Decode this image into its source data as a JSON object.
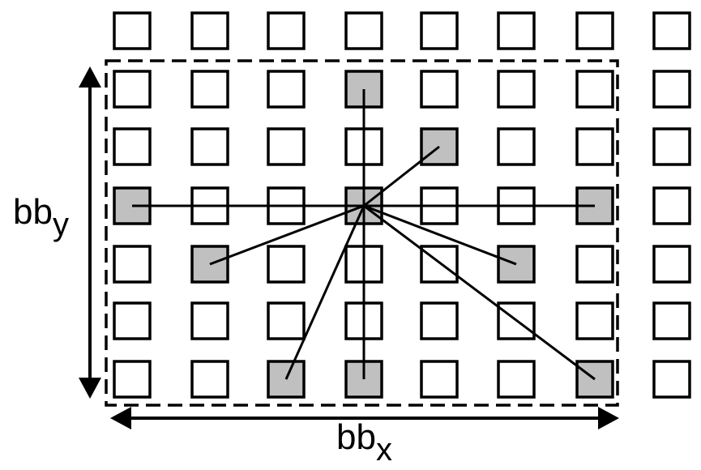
{
  "labels": {
    "bb_y_base": "bb",
    "bb_y_sub": "y",
    "bb_x_base": "bb",
    "bb_x_sub": "x"
  },
  "grid": {
    "columns": 8,
    "rows": 7,
    "highlighted_cells": [
      [
        3,
        1
      ],
      [
        4,
        2
      ],
      [
        0,
        3
      ],
      [
        3,
        3
      ],
      [
        6,
        3
      ],
      [
        1,
        4
      ],
      [
        5,
        4
      ],
      [
        2,
        6
      ],
      [
        3,
        6
      ],
      [
        6,
        6
      ]
    ],
    "center_cell": [
      3,
      3
    ]
  },
  "colors": {
    "cell_fill": "#ffffff",
    "highlight_fill": "#c0c0c0",
    "stroke": "#000000"
  }
}
